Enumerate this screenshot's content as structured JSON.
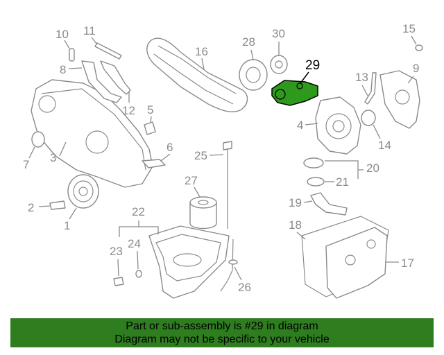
{
  "diagram": {
    "highlighted_part": "29",
    "highlight_color": "#2e9a1c",
    "callouts": {
      "c1": "1",
      "c2": "2",
      "c3": "3",
      "c4": "4",
      "c5": "5",
      "c6": "6",
      "c7": "7",
      "c8": "8",
      "c9": "9",
      "c10": "10",
      "c11": "11",
      "c12": "12",
      "c13": "13",
      "c14": "14",
      "c15": "15",
      "c16": "16",
      "c17": "17",
      "c18": "18",
      "c19": "19",
      "c20": "20",
      "c21": "21",
      "c22": "22",
      "c23": "23",
      "c24": "24",
      "c25": "25",
      "c26": "26",
      "c27": "27",
      "c28": "28",
      "c29": "29",
      "c30": "30"
    }
  },
  "banner": {
    "line1": "Part or sub-assembly is #29 in diagram",
    "line2": "Diagram may not be specific to your vehicle",
    "color": "#2e7d1f"
  }
}
